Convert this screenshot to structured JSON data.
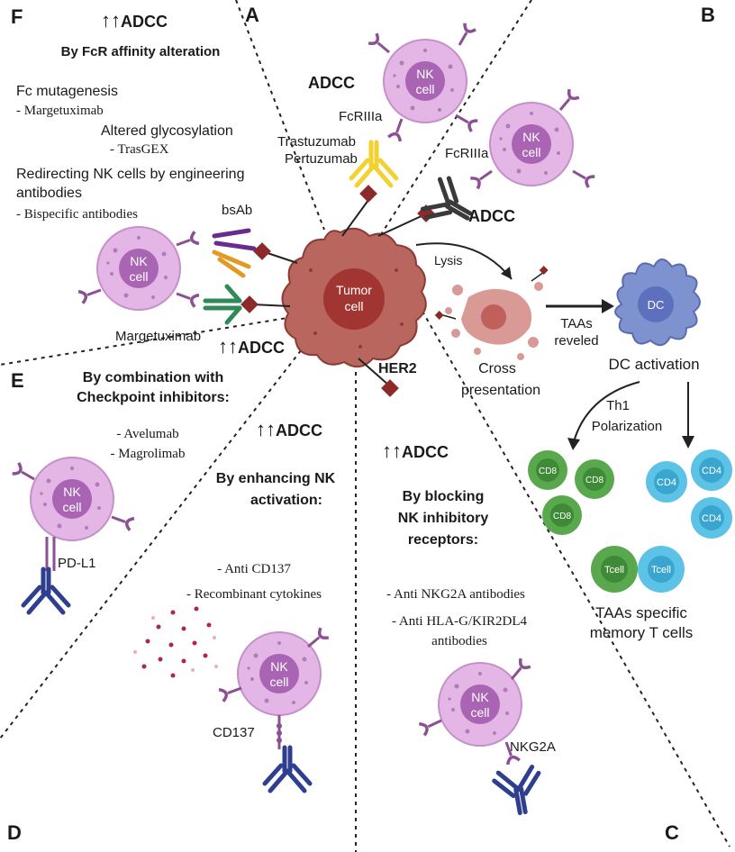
{
  "panels": {
    "A": "A",
    "B": "B",
    "C": "C",
    "D": "D",
    "E": "E",
    "F": "F"
  },
  "center": {
    "tumor_line1": "Tumor",
    "tumor_line2": "cell",
    "her2": "HER2"
  },
  "nk": {
    "line1": "NK",
    "line2": "cell"
  },
  "panelA": {
    "adcc": "ADCC",
    "receptor": "FcRIIIa",
    "ab1": "Trastuzumab",
    "ab2": "Pertuzumab"
  },
  "panelB": {
    "receptor": "FcRIIIa",
    "adcc": "ADCC",
    "lysis": "Lysis",
    "cross1": "Cross",
    "cross2": "presentation",
    "taas1": "TAAs",
    "taas2": "reveled",
    "dc": "DC",
    "dc_activation": "DC activation",
    "th1_1": "Th1",
    "th1_2": "Polarization",
    "cd8": "CD8",
    "cd4": "CD4",
    "tcell": "Tcell",
    "memory1": "TAAs specific",
    "memory2": "memory T cells"
  },
  "panelC": {
    "adcc": "ADCC",
    "title1": "By blocking",
    "title2": "NK inhibitory",
    "title3": "receptors:",
    "item1": "- Anti NKG2A antibodies",
    "item2a": "- Anti HLA-G/KIR2DL4",
    "item2b": "antibodies",
    "receptor": "NKG2A"
  },
  "panelD": {
    "adcc": "ADCC",
    "title1": "By enhancing NK",
    "title2": "activation:",
    "item1": "- Anti CD137",
    "item2": "- Recombinant cytokines",
    "receptor": "CD137"
  },
  "panelE": {
    "adcc": "ADCC",
    "title1": "By combination with",
    "title2": "Checkpoint inhibitors:",
    "item1": "- Avelumab",
    "item2": "- Magrolimab",
    "receptor": "PD-L1"
  },
  "panelF": {
    "adcc": "ADCC",
    "title": "By FcR affinity alteration",
    "fc_mut": "Fc mutagenesis",
    "fc_mut_item": "- Margetuximab",
    "glyco": "Altered glycosylation",
    "glyco_item": "- TrasGEX",
    "redirect1": "Redirecting NK cells by engineering",
    "redirect2": "antibodies",
    "redirect_item": "- Bispecific antibodies",
    "bsab": "bsAb",
    "margetuximab": "Margetuximab"
  },
  "colors": {
    "nk_outer": "#d9a6dc",
    "nk_nucleus": "#a762b0",
    "tumor": "#b5605a",
    "tumor_nucleus": "#9a2f2c",
    "dc": "#7d8fcc",
    "cd8": "#5aa84e",
    "cd4": "#53bde0",
    "antibody_blue": "#2e3f8f",
    "antibody_yellow": "#f2d230",
    "antigen": "#8c2a2a"
  }
}
